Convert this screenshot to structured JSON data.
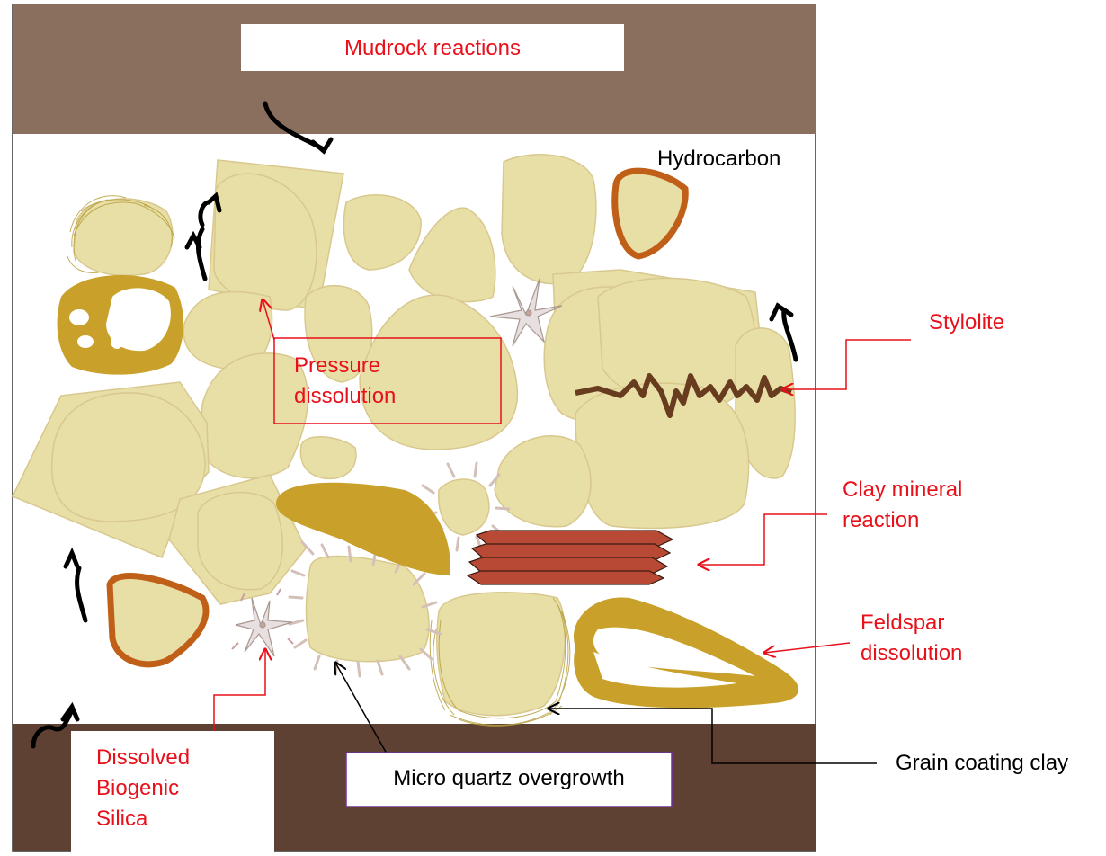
{
  "labels": {
    "mudrock_reactions": "Mudrock reactions",
    "hydrocarbon": "Hydrocarbon",
    "pressure_dissolution": "Pressure\ndissolution",
    "stylolite": "Stylolite",
    "clay_mineral_reaction": "Clay mineral\nreaction",
    "feldspar_dissolution": "Feldspar\ndissolution",
    "dissolved_biogenic_silica": "Dissolved\nBiogenic\nSilica",
    "micro_quartz_overgrowth": "Micro quartz overgrowth",
    "grain_coating_clay": "Grain coating clay"
  },
  "colors": {
    "mudrock_top": "#8b6f5e",
    "mudrock_bottom": "#5e4132",
    "quartz_fill": "#e8dfa6",
    "quartz_stroke": "#d8c88e",
    "feldspar": "#c8a02a",
    "clay_red": "#b84a35",
    "hydrocarbon_ring": "#c06018",
    "label_red": "#e8101a",
    "stylolite": "#5a2a10",
    "biogenic_silica": "#e8e0e0"
  }
}
